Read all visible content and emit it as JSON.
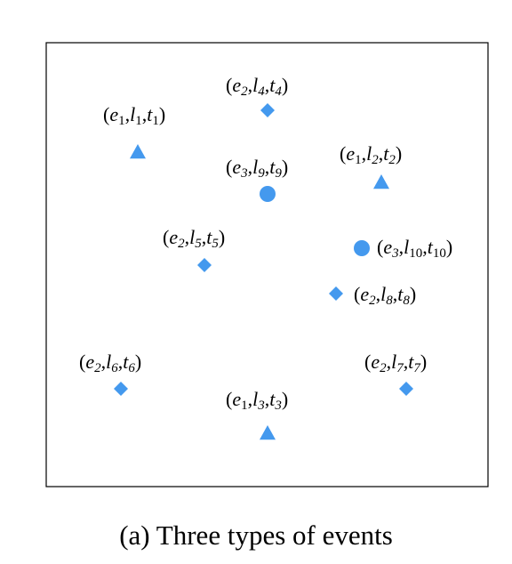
{
  "caption": "(a) Three types of events",
  "colors": {
    "marker": "#4499ee",
    "frame": "#000000"
  },
  "events": [
    {
      "e": "1",
      "l": "1",
      "t": "1",
      "shape": "triangle"
    },
    {
      "e": "2",
      "l": "4",
      "t": "4",
      "shape": "diamond"
    },
    {
      "e": "3",
      "l": "9",
      "t": "9",
      "shape": "circle"
    },
    {
      "e": "1",
      "l": "2",
      "t": "2",
      "shape": "triangle"
    },
    {
      "e": "2",
      "l": "5",
      "t": "5",
      "shape": "diamond"
    },
    {
      "e": "3",
      "l": "10",
      "t": "10",
      "shape": "circle"
    },
    {
      "e": "2",
      "l": "8",
      "t": "8",
      "shape": "diamond"
    },
    {
      "e": "2",
      "l": "6",
      "t": "6",
      "shape": "diamond"
    },
    {
      "e": "2",
      "l": "7",
      "t": "7",
      "shape": "diamond"
    },
    {
      "e": "1",
      "l": "3",
      "t": "3",
      "shape": "triangle"
    }
  ]
}
